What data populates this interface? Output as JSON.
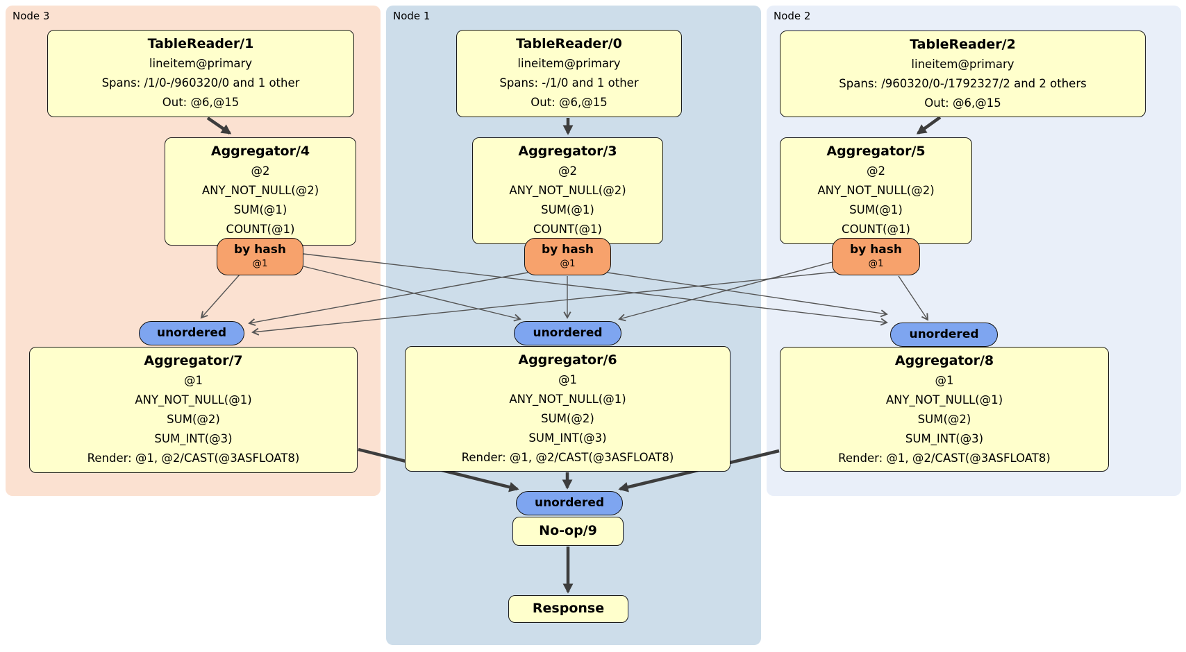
{
  "regions": {
    "node3": {
      "label": "Node 3",
      "bg": "#fbe1d1"
    },
    "node1": {
      "label": "Node 1",
      "bg": "#cdddea"
    },
    "node2": {
      "label": "Node 2",
      "bg": "#e9eff9"
    }
  },
  "colors": {
    "processor_fill": "#ffffcc",
    "router_fill": "#f7a26c",
    "sync_fill": "#7ea5f0",
    "edge_thin": "#555555",
    "edge_thick": "#3d3d3d",
    "border": "#1a1a1a"
  },
  "processors": {
    "tablereader1": {
      "title": "TableReader/1",
      "lines": [
        "lineitem@primary",
        "Spans: /1/0-/960320/0 and 1 other",
        "Out: @6,@15"
      ]
    },
    "tablereader0": {
      "title": "TableReader/0",
      "lines": [
        "lineitem@primary",
        "Spans: -/1/0 and 1 other",
        "Out: @6,@15"
      ]
    },
    "tablereader2": {
      "title": "TableReader/2",
      "lines": [
        "lineitem@primary",
        "Spans: /960320/0-/1792327/2 and 2 others",
        "Out: @6,@15"
      ]
    },
    "aggregator4": {
      "title": "Aggregator/4",
      "lines": [
        "@2",
        "ANY_NOT_NULL(@2)",
        "SUM(@1)",
        "COUNT(@1)"
      ]
    },
    "aggregator3": {
      "title": "Aggregator/3",
      "lines": [
        "@2",
        "ANY_NOT_NULL(@2)",
        "SUM(@1)",
        "COUNT(@1)"
      ]
    },
    "aggregator5": {
      "title": "Aggregator/5",
      "lines": [
        "@2",
        "ANY_NOT_NULL(@2)",
        "SUM(@1)",
        "COUNT(@1)"
      ]
    },
    "aggregator7": {
      "title": "Aggregator/7",
      "lines": [
        "@1",
        "ANY_NOT_NULL(@1)",
        "SUM(@2)",
        "SUM_INT(@3)",
        "Render: @1, @2/CAST(@3ASFLOAT8)"
      ]
    },
    "aggregator6": {
      "title": "Aggregator/6",
      "lines": [
        "@1",
        "ANY_NOT_NULL(@1)",
        "SUM(@2)",
        "SUM_INT(@3)",
        "Render: @1, @2/CAST(@3ASFLOAT8)"
      ]
    },
    "aggregator8": {
      "title": "Aggregator/8",
      "lines": [
        "@1",
        "ANY_NOT_NULL(@1)",
        "SUM(@2)",
        "SUM_INT(@3)",
        "Render: @1, @2/CAST(@3ASFLOAT8)"
      ]
    },
    "noop9": {
      "title": "No-op/9"
    },
    "response": {
      "title": "Response"
    }
  },
  "routers": {
    "hash4": {
      "label": "by hash",
      "key": "@1"
    },
    "hash3": {
      "label": "by hash",
      "key": "@1"
    },
    "hash5": {
      "label": "by hash",
      "key": "@1"
    }
  },
  "syncs": {
    "unordered_left": {
      "label": "unordered"
    },
    "unordered_mid": {
      "label": "unordered"
    },
    "unordered_right": {
      "label": "unordered"
    },
    "unordered_final": {
      "label": "unordered"
    }
  }
}
